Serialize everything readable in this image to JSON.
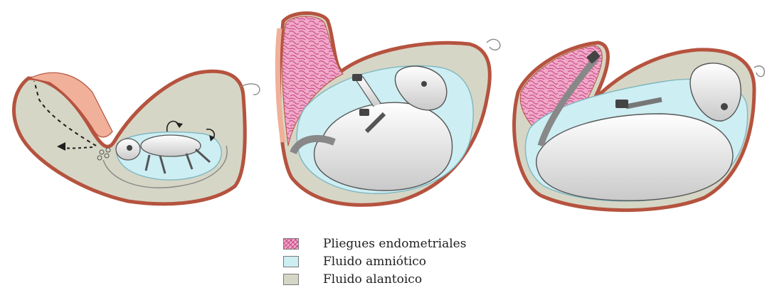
{
  "legend": {
    "items": [
      {
        "key": "endometrial",
        "label": "Pliegues endometriales",
        "color": "#f0a9c7"
      },
      {
        "key": "amniotic",
        "label": "Fluido amniótico",
        "color": "#cdeef3"
      },
      {
        "key": "allantoic",
        "label": "Fluido alantoico",
        "color": "#d6d6c6"
      }
    ]
  },
  "colors": {
    "uterine_wall": "#b5533f",
    "allantoic_fluid": "#d6d6c6",
    "amniotic_fluid": "#cdeef3",
    "endometrial_folds": "#f0a9c7",
    "fold_lines": "#c8468a",
    "cervix_tip": "#f0b09a",
    "fetus_body": "#e9e9e9",
    "fetus_outline": "#555555"
  },
  "stages": [
    "early-gestation",
    "mid-gestation",
    "late-gestation"
  ]
}
